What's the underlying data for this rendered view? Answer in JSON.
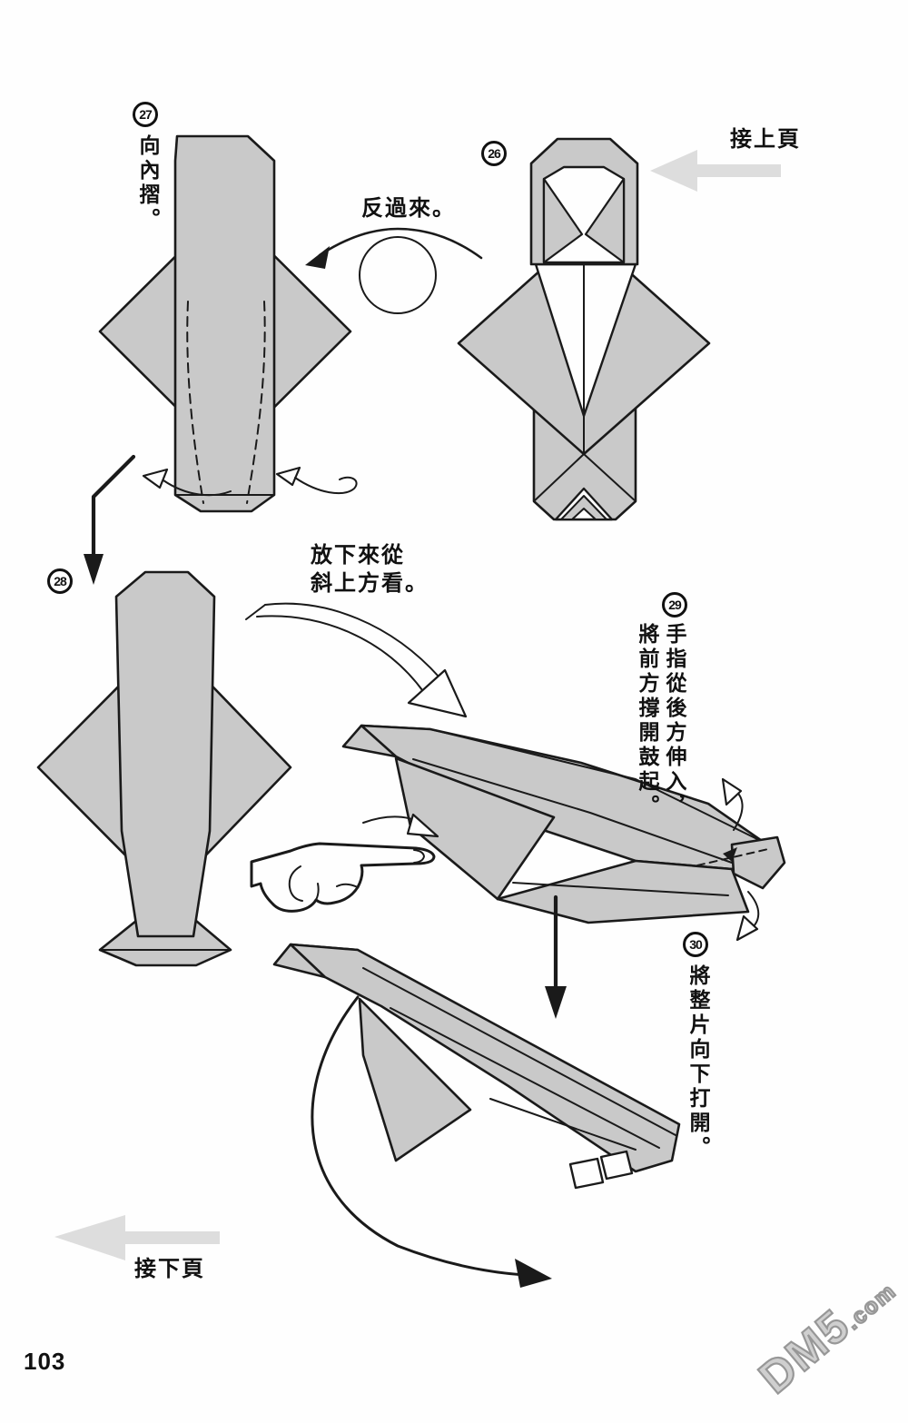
{
  "page": {
    "number": "103",
    "watermark": {
      "main": "DM5",
      "suffix": ".com"
    }
  },
  "nav": {
    "prev_label": "接上頁",
    "next_label": "接下頁"
  },
  "annotations": {
    "turn_over": "反過來。",
    "view_hint_line1": "放下來從",
    "view_hint_line2": "斜上方看。"
  },
  "steps": {
    "s26": {
      "num": "26"
    },
    "s27": {
      "num": "27",
      "caption": "向內摺。"
    },
    "s28": {
      "num": "28"
    },
    "s29": {
      "num": "29",
      "caption_col1": "手指從後方伸入，",
      "caption_col2": "將前方撐開鼓起。"
    },
    "s30": {
      "num": "30",
      "caption": "將整片向下打開。"
    }
  },
  "icons": {
    "prev_page_arrow": "gray-left-arrow",
    "next_page_arrow": "gray-left-arrow",
    "turn_over_arrow": "curved-left-arrow-over-circle",
    "step_flow_arrow": "bent-solid-down-arrow",
    "view_direction_arrow": "hollow-curved-arrow",
    "push_in_arrow": "hollow-right-arrow",
    "down_arrow": "solid-down-arrow",
    "open_sweep_arrow": "curved-solid-arrow"
  },
  "colors": {
    "paper_fill": "#c9c9c9",
    "line": "#1a1a1a",
    "nav_arrow": "#d7d7d7",
    "watermark": "#979797",
    "background": "#fefefe"
  }
}
